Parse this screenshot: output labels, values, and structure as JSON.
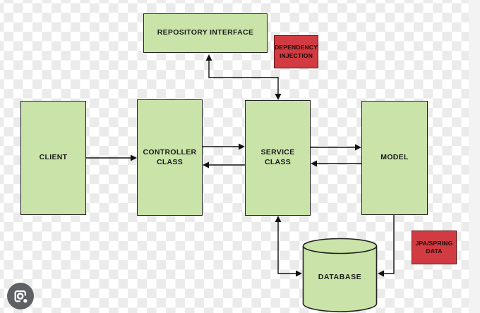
{
  "diagram": {
    "nodes": {
      "repository_interface": {
        "label": "REPOSITORY INTERFACE"
      },
      "client": {
        "label": "CLIENT"
      },
      "controller": {
        "label": "CONTROLLER CLASS"
      },
      "service": {
        "label": "SERVICE CLASS"
      },
      "model": {
        "label": "MODEL"
      },
      "database": {
        "label": "DATABASE"
      },
      "dependency_injection": {
        "label": "DEPENDENCY INJECTION"
      },
      "jpa_spring_data": {
        "label": "JPA/SPRING DATA"
      }
    },
    "edges": [
      {
        "from": "client",
        "to": "controller",
        "arrows": "one-way"
      },
      {
        "from": "controller",
        "to": "service",
        "arrows": "pair-of-one-way"
      },
      {
        "from": "service",
        "to": "model",
        "arrows": "pair-of-one-way"
      },
      {
        "from": "repository_interface",
        "to": "service",
        "arrows": "two-way-elbow"
      },
      {
        "from": "service",
        "to": "database",
        "arrows": "two-way-elbow"
      },
      {
        "from": "model",
        "to": "database",
        "arrows": "one-way-elbow"
      }
    ],
    "colors": {
      "node_fill": "#c9e3a8",
      "node_border": "#222222",
      "annotation_fill": "#d23b41",
      "annotation_border": "#641014",
      "connector": "#111111",
      "label_text": "#1b1b1b"
    }
  },
  "overlay": {
    "background": "transparency-checkerboard",
    "lens_icon": "google-lens-camera-icon"
  }
}
